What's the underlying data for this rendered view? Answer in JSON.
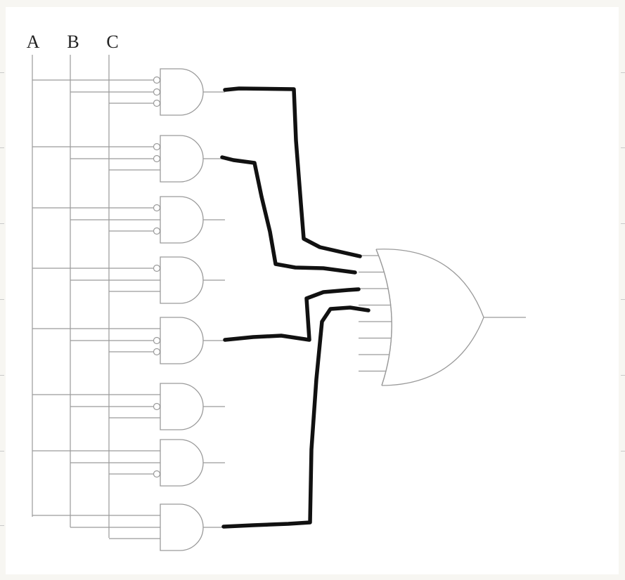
{
  "circuit": {
    "inputs": [
      "A",
      "B",
      "C"
    ],
    "and_gates": [
      {
        "name": "and-gate-1",
        "inverted": [
          true,
          true,
          true
        ]
      },
      {
        "name": "and-gate-2",
        "inverted": [
          true,
          true,
          false
        ]
      },
      {
        "name": "and-gate-3",
        "inverted": [
          true,
          false,
          true
        ]
      },
      {
        "name": "and-gate-4",
        "inverted": [
          true,
          false,
          false
        ]
      },
      {
        "name": "and-gate-5",
        "inverted": [
          false,
          true,
          true
        ]
      },
      {
        "name": "and-gate-6",
        "inverted": [
          false,
          true,
          false
        ]
      },
      {
        "name": "and-gate-7",
        "inverted": [
          false,
          false,
          true
        ]
      },
      {
        "name": "and-gate-8",
        "inverted": [
          false,
          false,
          false
        ]
      }
    ],
    "or_gate_inputs": 8,
    "hand_drawn_connections": [
      {
        "from_gate": 1,
        "to_or_input": 1
      },
      {
        "from_gate": 2,
        "to_or_input": 2
      },
      {
        "from_gate": 5,
        "to_or_input": 3
      },
      {
        "from_gate": 8,
        "to_or_input": 4
      }
    ]
  },
  "colors": {
    "wire": "#9a9a9a",
    "gate": "#9a9a9a",
    "ink": "#111111",
    "label": "#222222",
    "paper": "#ffffff",
    "background": "#f7f6f2"
  }
}
